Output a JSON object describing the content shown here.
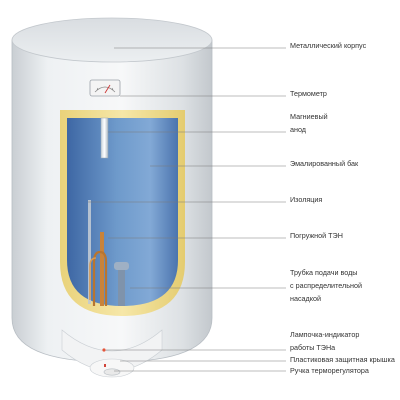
{
  "labels": {
    "metal_body": "Металлический корпус",
    "thermometer": "Термометр",
    "magnesium_anode_line1": "Магниевый",
    "magnesium_anode_line2": "анод",
    "enamel_tank": "Эмалированный бак",
    "insulation": "Изоляция",
    "heating_element": "Погружной ТЭН",
    "inlet_pipe_line1": "Трубка подачи воды",
    "inlet_pipe_line2": "с распределительной",
    "inlet_pipe_line3": "насадкой",
    "indicator_lamp_line1": "Лампочка-индикатор",
    "indicator_lamp_line2": "работы ТЭНа",
    "plastic_cover": "Пластиковая защитная крышка",
    "thermostat_knob": "Ручка терморегулятора"
  },
  "colors": {
    "body": "#e9ecee",
    "insulation": "#f0dc8a",
    "tank": "#5b86be",
    "leader_line": "#7a7a7a",
    "heating_element": "#c9833a"
  }
}
